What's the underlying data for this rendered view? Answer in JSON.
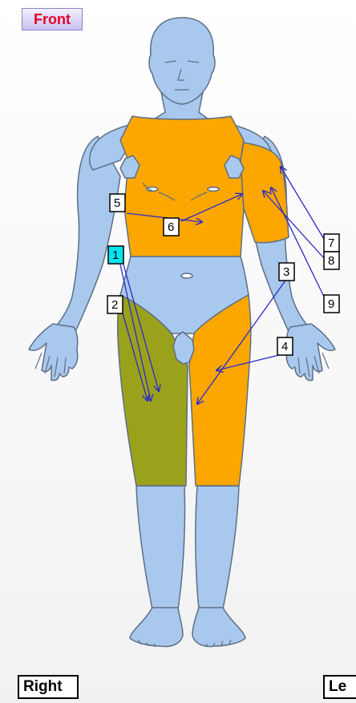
{
  "view_label": "Front",
  "side_labels": {
    "right": "Right",
    "left": "Le"
  },
  "colors": {
    "skin": "#a9c8ee",
    "outline": "#5d6f86",
    "orange_region": "#fca600",
    "olive_region": "#9aa21c",
    "selected_marker": "#00e5ee",
    "arrow": "#2a2ac8",
    "view_label_text": "#e5002a"
  },
  "markers": [
    {
      "id": "marker-1",
      "label": "1",
      "selected": true
    },
    {
      "id": "marker-2",
      "label": "2",
      "selected": false
    },
    {
      "id": "marker-3",
      "label": "3",
      "selected": false
    },
    {
      "id": "marker-4",
      "label": "4",
      "selected": false
    },
    {
      "id": "marker-5",
      "label": "5",
      "selected": false
    },
    {
      "id": "marker-6",
      "label": "6",
      "selected": false
    },
    {
      "id": "marker-7",
      "label": "7",
      "selected": false
    },
    {
      "id": "marker-8",
      "label": "8",
      "selected": false
    },
    {
      "id": "marker-9",
      "label": "9",
      "selected": false
    }
  ]
}
